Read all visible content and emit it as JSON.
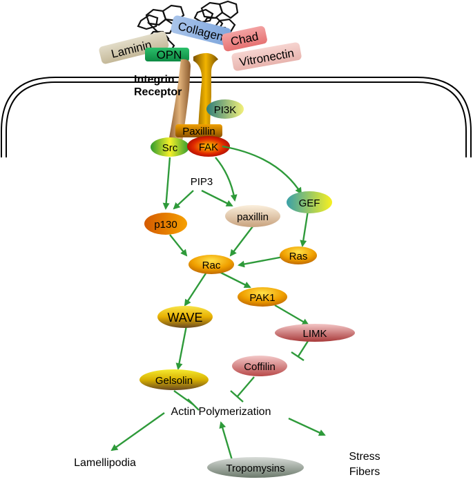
{
  "ecm": {
    "laminin": "Laminin",
    "collagen": "Collagen",
    "chad": "Chad",
    "opn": "OPN",
    "vitronectin": "Vitronectin"
  },
  "receptor": {
    "line1": "Integrin",
    "line2": "Receptor"
  },
  "nodes": {
    "pi3k": "PI3K",
    "paxillin_top": "Paxillin",
    "src": "Src",
    "fak": "FAK",
    "pip3": "PIP3",
    "p130": "p130",
    "paxillin": "paxillin",
    "gef": "GEF",
    "ras": "Ras",
    "rac": "Rac",
    "pak1": "PAK1",
    "wave": "WAVE",
    "limk": "LIMK",
    "coffilin": "Coffilin",
    "gelsolin": "Gelsolin",
    "actin": "Actin Polymerization",
    "tropomysins": "Tropomysins",
    "lamellipodia": "Lamellipodia",
    "stress1": "Stress",
    "stress2": "Fibers"
  },
  "colors": {
    "arrow": "#2e9a3a",
    "membrane": "#000000"
  }
}
